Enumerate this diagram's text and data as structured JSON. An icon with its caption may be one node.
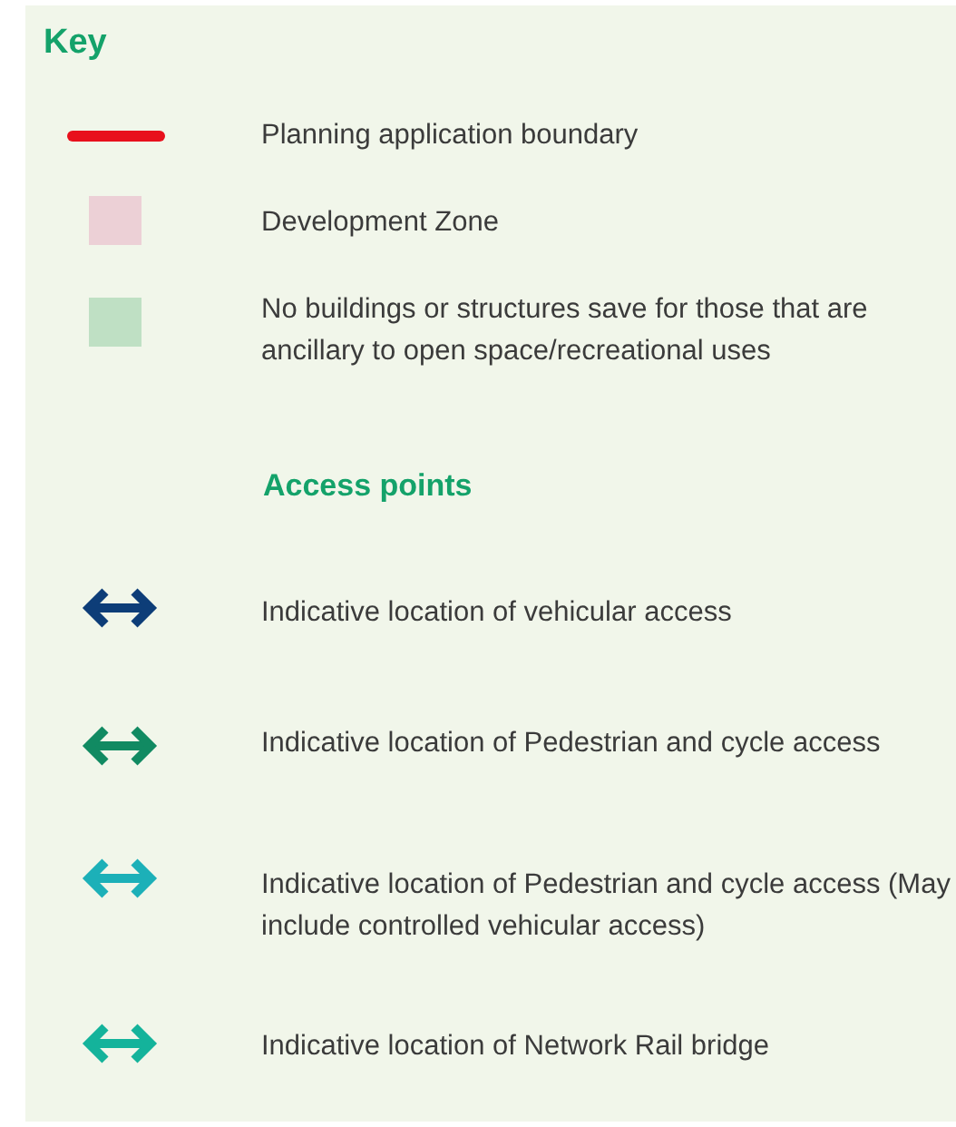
{
  "diagram": {
    "title": "Key",
    "labels": [
      "Access points"
    ],
    "legend": [
      {
        "text": "Planning application boundary"
      },
      {
        "text": "Development Zone",
        "color": "#ecd0d6"
      },
      {
        "text": "No buildings or structures save for those that are ancillary to open space/recreational uses",
        "color": "#bfe0c4"
      },
      {
        "text": "Indicative location of vehicular access"
      },
      {
        "text": "Indicative location of Pedestrian and cycle access"
      },
      {
        "text": "Indicative location of Pedestrian and cycle access (May include controlled vehicular access)"
      },
      {
        "text": "Indicative location of Network Rail bridge"
      }
    ]
  }
}
